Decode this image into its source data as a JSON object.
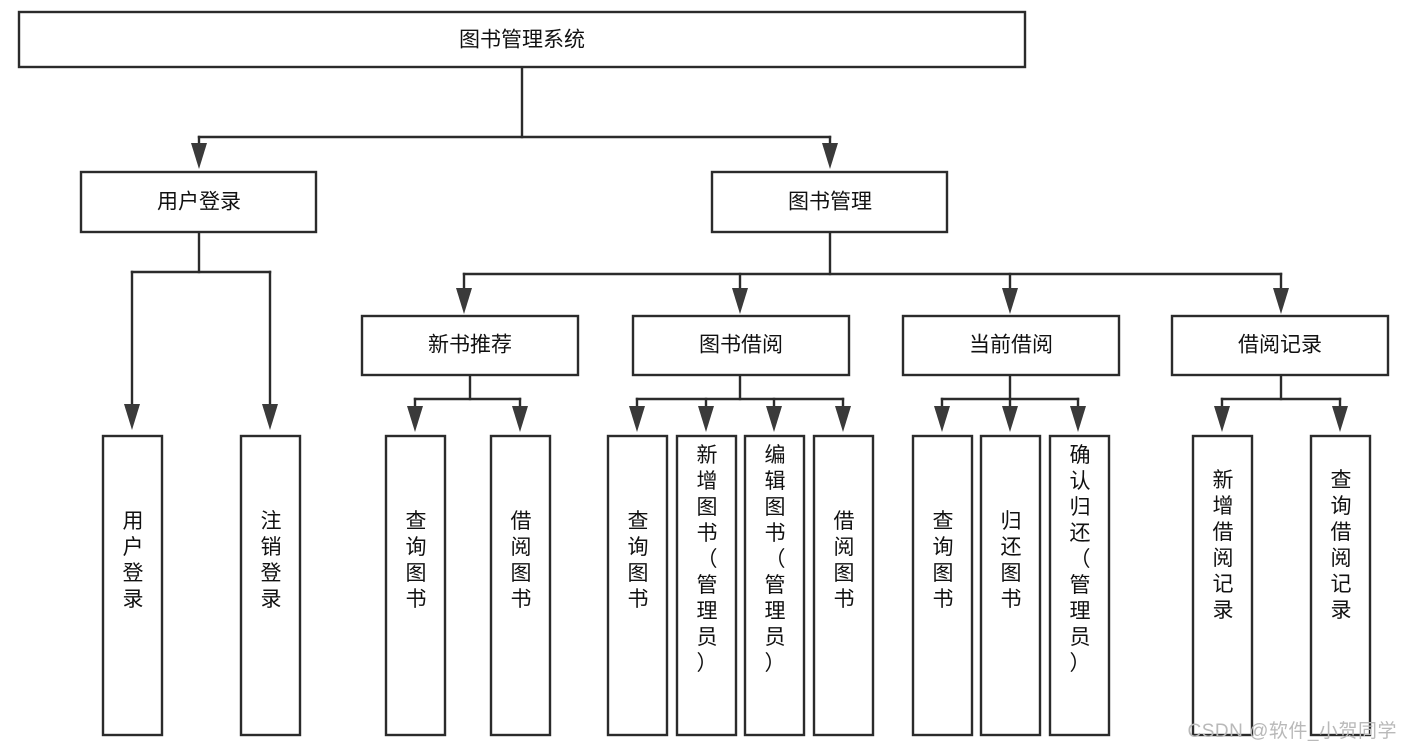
{
  "diagram": {
    "title": "图书管理系统",
    "type": "functional-structure-tree",
    "background_color": "#ffffff",
    "box_stroke_color": "#2b2b2b",
    "text_color": "#111111",
    "arrow_color": "#3a3a3a",
    "levels": [
      {
        "level": 1,
        "nodes": [
          {
            "id": "root",
            "label": "图书管理系统",
            "orientation": "horizontal"
          }
        ]
      },
      {
        "level": 2,
        "nodes": [
          {
            "id": "login",
            "label": "用户登录",
            "orientation": "horizontal",
            "parent": "root"
          },
          {
            "id": "bookmgmt",
            "label": "图书管理",
            "orientation": "horizontal",
            "parent": "root"
          }
        ]
      },
      {
        "level": 3,
        "nodes": [
          {
            "id": "newbook",
            "label": "新书推荐",
            "orientation": "horizontal",
            "parent": "bookmgmt"
          },
          {
            "id": "borrow",
            "label": "图书借阅",
            "orientation": "horizontal",
            "parent": "bookmgmt"
          },
          {
            "id": "current",
            "label": "当前借阅",
            "orientation": "horizontal",
            "parent": "bookmgmt"
          },
          {
            "id": "record",
            "label": "借阅记录",
            "orientation": "horizontal",
            "parent": "bookmgmt"
          }
        ]
      },
      {
        "level": 4,
        "nodes": [
          {
            "id": "leaf-user-login",
            "label": "用户登录",
            "orientation": "vertical",
            "parent": "login"
          },
          {
            "id": "leaf-logout",
            "label": "注销登录",
            "orientation": "vertical",
            "parent": "login"
          },
          {
            "id": "leaf-query-book-1",
            "label": "查询图书",
            "orientation": "vertical",
            "parent": "newbook"
          },
          {
            "id": "leaf-borrow-book-1",
            "label": "借阅图书",
            "orientation": "vertical",
            "parent": "newbook"
          },
          {
            "id": "leaf-query-book-2",
            "label": "查询图书",
            "orientation": "vertical",
            "parent": "borrow"
          },
          {
            "id": "leaf-add-book",
            "label": "新增图书（管理员）",
            "orientation": "vertical",
            "parent": "borrow"
          },
          {
            "id": "leaf-edit-book",
            "label": "编辑图书（管理员）",
            "orientation": "vertical",
            "parent": "borrow"
          },
          {
            "id": "leaf-borrow-book-2",
            "label": "借阅图书",
            "orientation": "vertical",
            "parent": "borrow"
          },
          {
            "id": "leaf-query-book-3",
            "label": "查询图书",
            "orientation": "vertical",
            "parent": "current"
          },
          {
            "id": "leaf-return-book",
            "label": "归还图书",
            "orientation": "vertical",
            "parent": "current"
          },
          {
            "id": "leaf-confirm-return",
            "label": "确认归还（管理员）",
            "orientation": "vertical",
            "parent": "current"
          },
          {
            "id": "leaf-add-record",
            "label": "新增借阅记录",
            "orientation": "vertical",
            "parent": "record"
          },
          {
            "id": "leaf-query-record",
            "label": "查询借阅记录",
            "orientation": "vertical",
            "parent": "record"
          }
        ]
      }
    ]
  },
  "watermark": {
    "text": "CSDN @软件_小贺同学"
  }
}
